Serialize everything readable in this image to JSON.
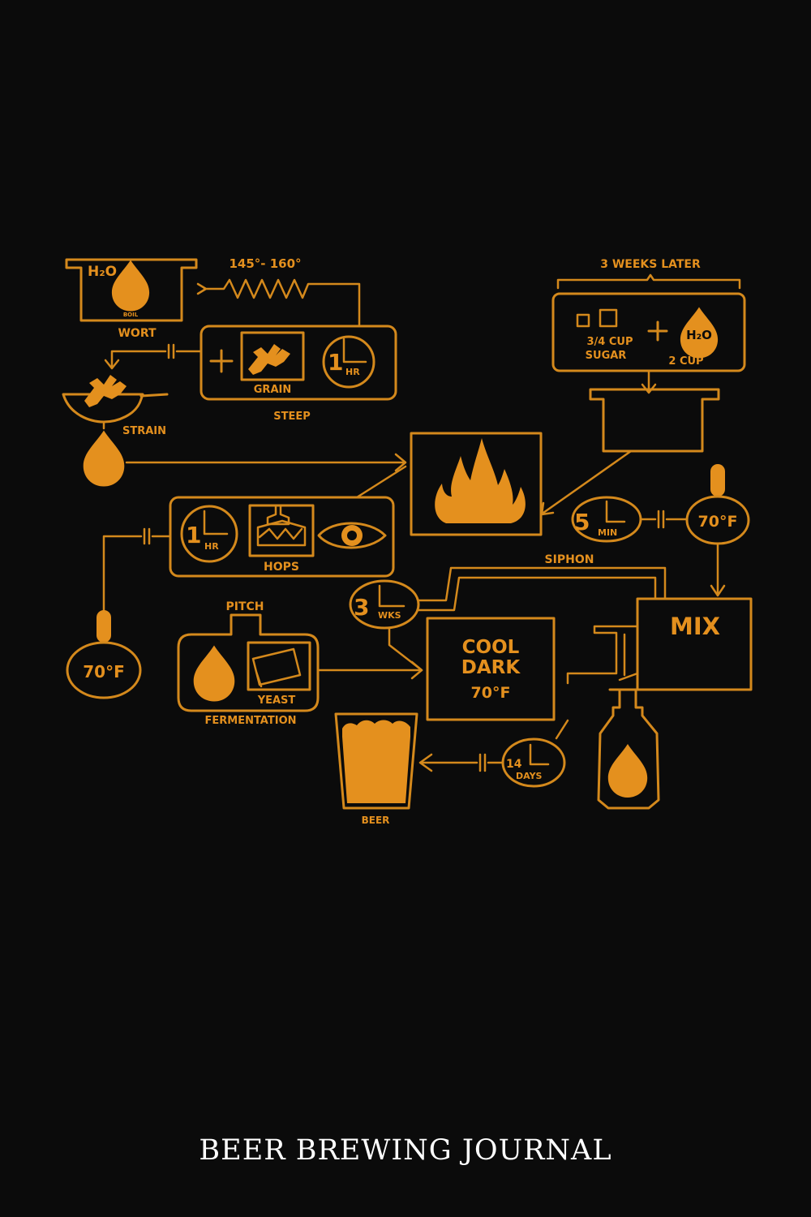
{
  "diagram": {
    "accent_color": "#e4901e",
    "background_color": "#0b0b0b",
    "labels": {
      "h2o_top": "H₂O",
      "boil_tiny": "BOIL",
      "temp_range": "145°- 160°",
      "wort": "WORT",
      "grain": "GRAIN",
      "steep": "STEEP",
      "strain": "STRAIN",
      "steep_time_num": "1",
      "steep_time_unit": "HR",
      "weeks_later": "3 WEEKS LATER",
      "sugar_amount": "3/4 CUP",
      "sugar": "SUGAR",
      "h2o_right": "H₂O",
      "water_amount": "2 CUP",
      "boil_time_num": "5",
      "boil_time_unit": "MIN",
      "temp_right": "70°F",
      "hops_time_num": "1",
      "hops_time_unit": "HR",
      "hops": "HOPS",
      "siphon": "SIPHON",
      "mix": "MIX",
      "ferment_time_num": "3",
      "ferment_time_unit": "WKS",
      "pitch": "PITCH",
      "temp_left": "70°F",
      "cool": "COOL",
      "dark": "DARK",
      "cool_temp": "70°F",
      "yeast": "YEAST",
      "fermentation": "FERMENTATION",
      "bottle_time_num": "14",
      "bottle_time_unit": "DAYS",
      "beer": "BEER"
    },
    "icons": [
      "pot-icon",
      "heater-coil-icon",
      "grain-icon",
      "clock-icon",
      "strainer-icon",
      "droplet-icon",
      "flame-icon",
      "hops-icon",
      "eye-icon",
      "thermometer-icon",
      "sugar-cubes-icon",
      "yeast-packet-icon",
      "bottle-icon",
      "beer-glass-icon"
    ]
  },
  "cover": {
    "title": "BEER BREWING JOURNAL"
  }
}
